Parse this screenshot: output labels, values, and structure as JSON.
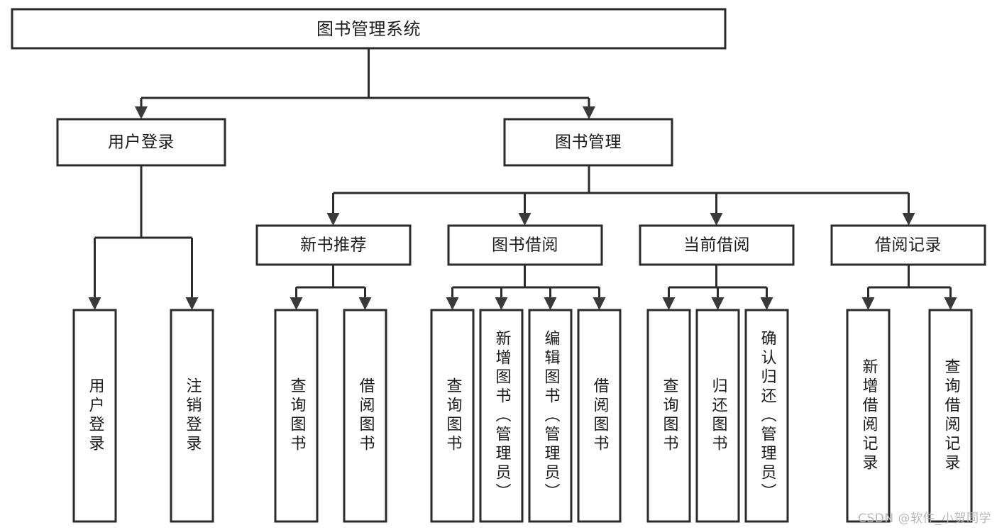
{
  "diagram": {
    "title": "图书管理系统",
    "type": "tree",
    "orientation": "top-down",
    "colors": {
      "box_stroke": "#2b2b2b",
      "box_fill": "#ffffff",
      "line": "#2b2b2b",
      "text": "#1b1b1b",
      "background": "#ffffff",
      "watermark": "#b9b9b9"
    },
    "levels": {
      "root": {
        "label": "图书管理系统"
      },
      "level2": [
        {
          "label": "用户登录"
        },
        {
          "label": "图书管理"
        }
      ],
      "level3": [
        {
          "label": "新书推荐"
        },
        {
          "label": "图书借阅"
        },
        {
          "label": "当前借阅"
        },
        {
          "label": "借阅记录"
        }
      ],
      "leaves": [
        {
          "label": "用户登录",
          "parent": "用户登录"
        },
        {
          "label": "注销登录",
          "parent": "用户登录"
        },
        {
          "label": "查询图书",
          "parent": "新书推荐"
        },
        {
          "label": "借阅图书",
          "parent": "新书推荐"
        },
        {
          "label": "查询图书",
          "parent": "图书借阅"
        },
        {
          "label": "新增图书（管理员）",
          "parent": "图书借阅"
        },
        {
          "label": "编辑图书（管理员）",
          "parent": "图书借阅"
        },
        {
          "label": "借阅图书",
          "parent": "图书借阅"
        },
        {
          "label": "查询图书",
          "parent": "当前借阅"
        },
        {
          "label": "归还图书",
          "parent": "当前借阅"
        },
        {
          "label": "确认归还（管理员）",
          "parent": "当前借阅"
        },
        {
          "label": "新增借阅记录",
          "parent": "借阅记录"
        },
        {
          "label": "查询借阅记录",
          "parent": "借阅记录"
        }
      ]
    }
  },
  "watermark": {
    "text": "CSDN @软件_小贺同学"
  }
}
